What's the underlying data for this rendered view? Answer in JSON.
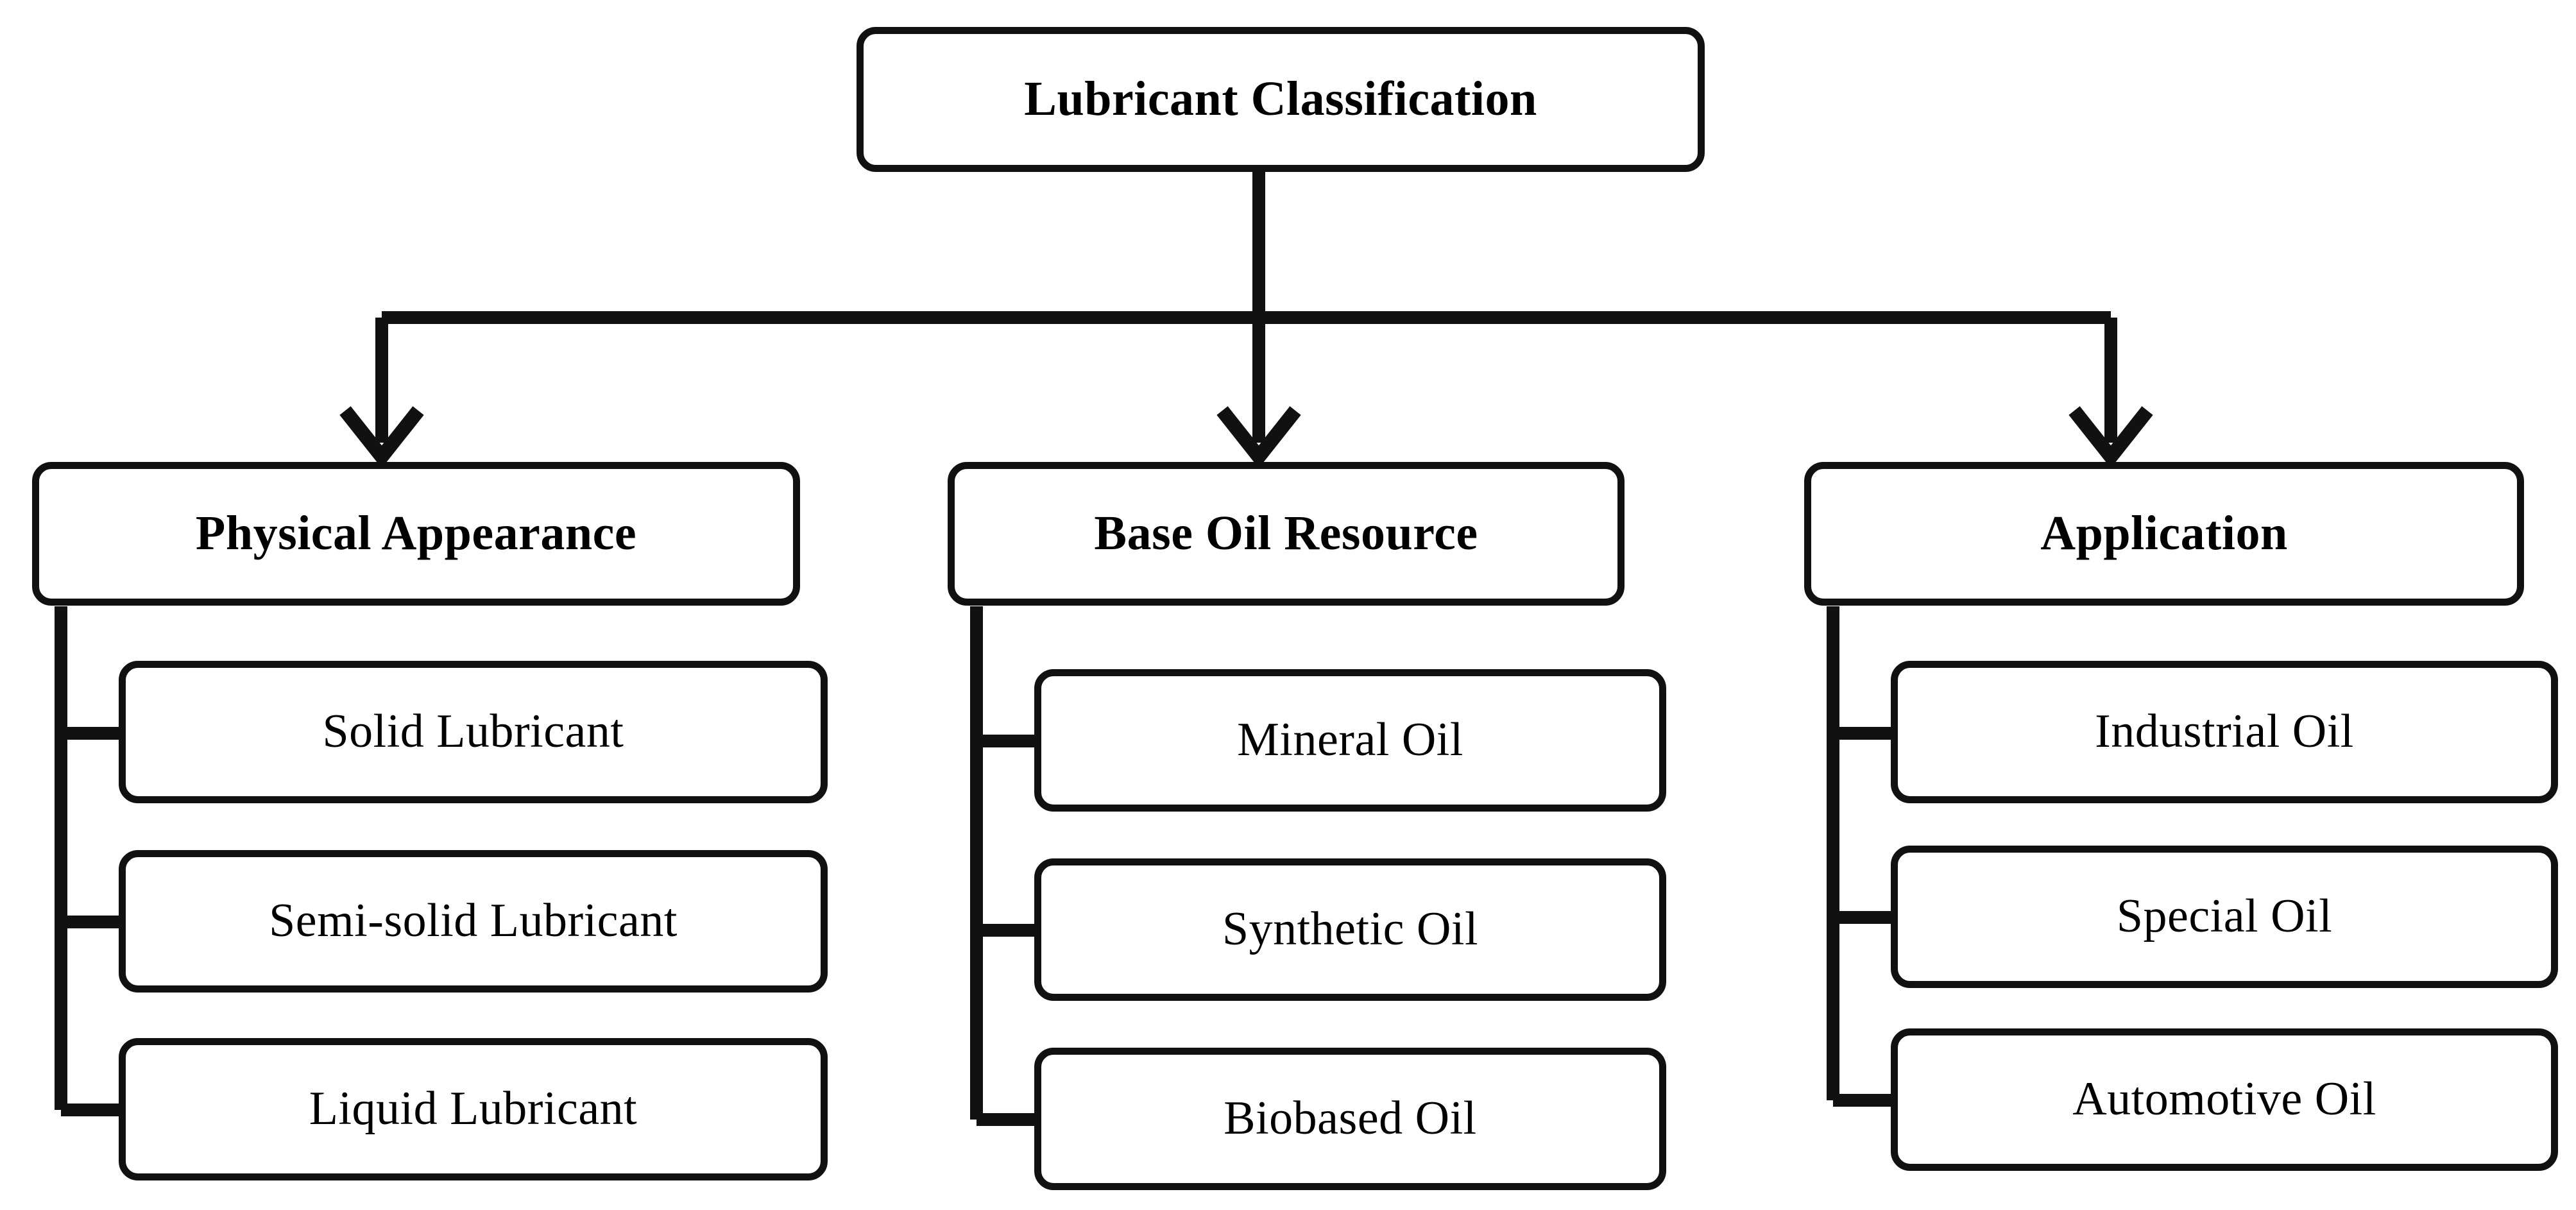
{
  "diagram": {
    "title": "Lubricant Classification",
    "type": "hierarchy-tree",
    "orientation": "top-down",
    "colors": {
      "background": "#ffffff",
      "node_fill": "#ffffff",
      "node_border": "#111111",
      "connector": "#111111",
      "text": "#000000"
    },
    "root": {
      "label": "Lubricant Classification"
    },
    "branches": [
      {
        "label": "Physical Appearance",
        "children": [
          {
            "label": "Solid Lubricant"
          },
          {
            "label": "Semi-solid Lubricant"
          },
          {
            "label": "Liquid Lubricant"
          }
        ]
      },
      {
        "label": "Base Oil Resource",
        "children": [
          {
            "label": "Mineral Oil"
          },
          {
            "label": "Synthetic Oil"
          },
          {
            "label": "Biobased Oil"
          }
        ]
      },
      {
        "label": "Application",
        "children": [
          {
            "label": "Industrial Oil"
          },
          {
            "label": "Special Oil"
          },
          {
            "label": "Automotive Oil"
          }
        ]
      }
    ]
  }
}
